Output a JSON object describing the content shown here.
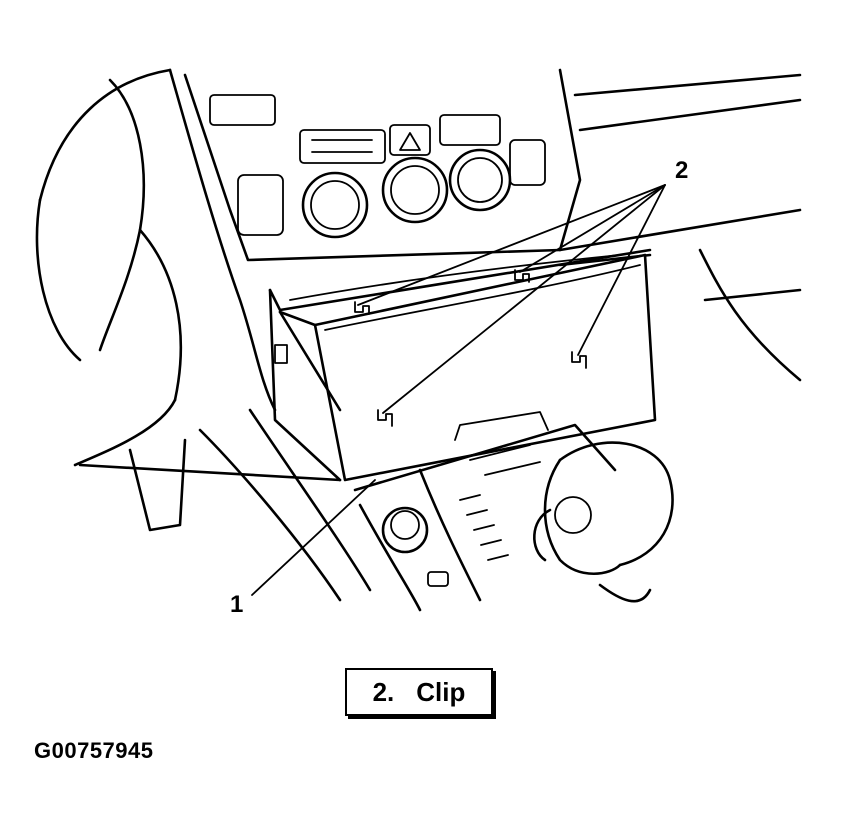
{
  "callouts": {
    "part_1": "1",
    "part_2": "2"
  },
  "legend": {
    "number": "2.",
    "name": "Clip"
  },
  "figure_id": "G00757945"
}
